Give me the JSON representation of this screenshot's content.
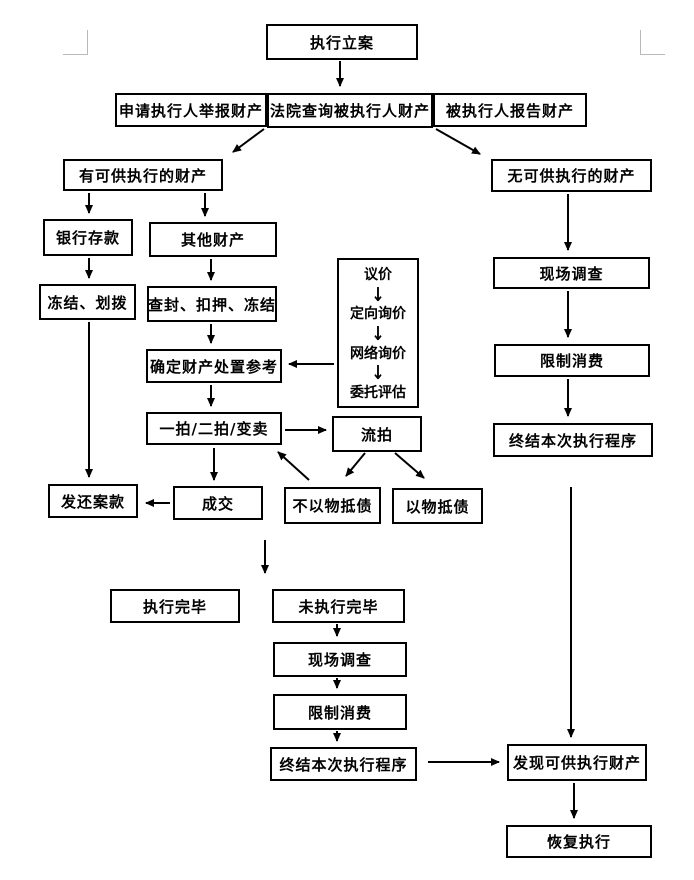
{
  "glyphs": {
    "down_arrow": "↓"
  },
  "colors": {
    "line": "#000000",
    "corner_mark": "#b9b9b9"
  },
  "nodes": {
    "filing": "执行立案",
    "applicant_report": "申请执行人举报财产",
    "court_query": "法院查询被执行人财产",
    "debtor_report": "被执行人报告财产",
    "has_property": "有可供执行的财产",
    "no_property": "无可供执行的财产",
    "bank_deposit": "银行存款",
    "other_property": "其他财产",
    "freeze_transfer": "冻结、划拨",
    "seal_detain_freeze": "查封、扣押、冻结",
    "pricing": [
      "议价",
      "定向询价",
      "网络询价",
      "委托评估"
    ],
    "disposal_reference": "确定财产处置参考",
    "auction_sale": "一拍/二拍/变卖",
    "auction_failed": "流拍",
    "return_case_funds": "发还案款",
    "deal_closed": "成交",
    "not_offset_debt": "不以物抵债",
    "offset_debt": "以物抵债",
    "site_investigation_right": "现场调查",
    "limit_consumption_right": "限制消费",
    "terminate_procedure_right": "终结本次执行程序",
    "execution_completed": "执行完毕",
    "execution_not_completed": "未执行完毕",
    "site_investigation_bottom": "现场调查",
    "limit_consumption_bottom": "限制消费",
    "terminate_procedure_bottom": "终结本次执行程序",
    "property_found": "发现可供执行财产",
    "resume_execution": "恢复执行"
  }
}
